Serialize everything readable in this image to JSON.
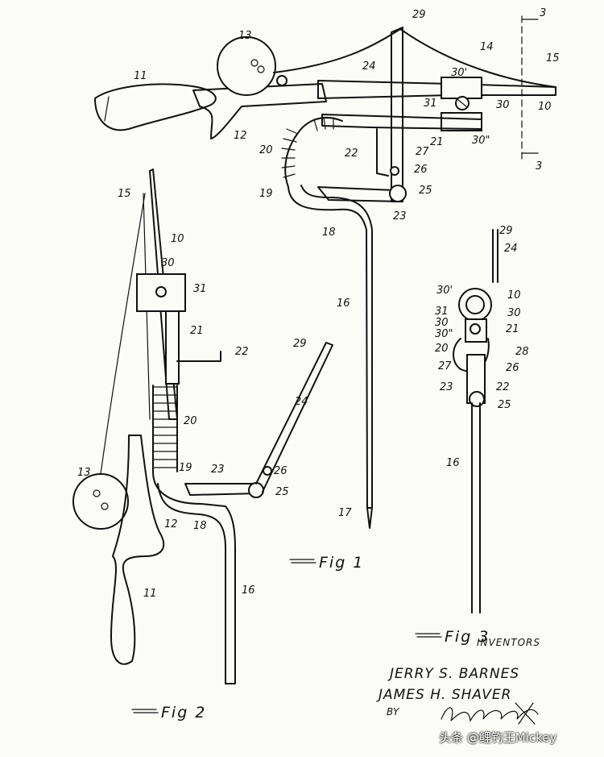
{
  "fig1": {
    "refs": [
      "3",
      "3",
      "29",
      "13",
      "14",
      "15",
      "11",
      "30'",
      "31",
      "30",
      "10",
      "24",
      "12",
      "21",
      "30\"",
      "20",
      "22",
      "27",
      "26",
      "19",
      "25",
      "23",
      "18",
      "16",
      "17"
    ]
  },
  "fig2": {
    "refs": [
      "15",
      "10",
      "30",
      "31",
      "21",
      "22",
      "29",
      "24",
      "20",
      "13",
      "19",
      "23",
      "26",
      "25",
      "18",
      "12",
      "11",
      "16"
    ]
  },
  "fig3": {
    "refs": [
      "29",
      "24",
      "30'",
      "10",
      "31",
      "30",
      "30",
      "30\"",
      "21",
      "20",
      "28",
      "27",
      "26",
      "23",
      "22",
      "25",
      "16"
    ]
  },
  "figure_labels": {
    "fig1": "Fig 1",
    "fig2": "Fig 2",
    "fig3": "Fig 3"
  },
  "inventors": {
    "label": "INVENTORS",
    "names": [
      "JERRY S. BARNES",
      "JAMES H. SHAVER"
    ],
    "by": "BY"
  },
  "watermark": "头条 @鲤钓王Mickey"
}
